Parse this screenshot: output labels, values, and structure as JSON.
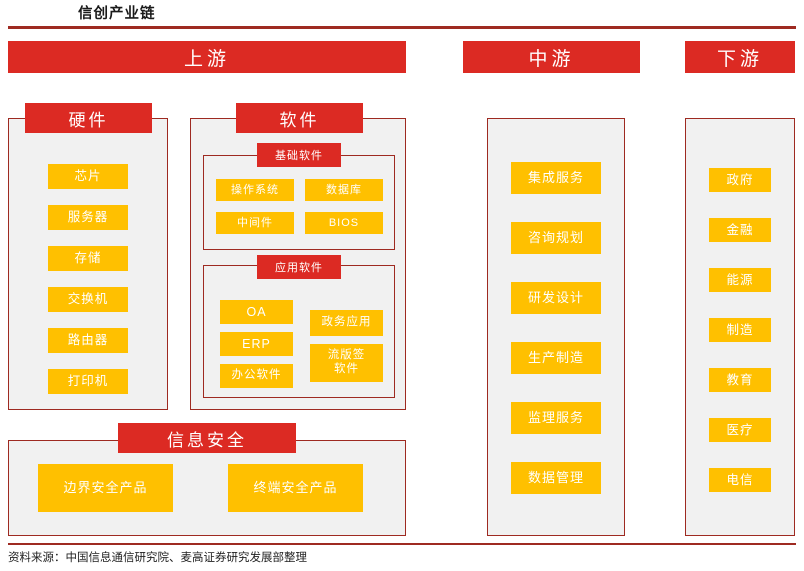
{
  "title": "信创产业链",
  "source_note": "资料来源：中国信息通信研究院、麦高证券研究发展部整理",
  "colors": {
    "banner_red": "#dc2a23",
    "border_red": "#9e2a21",
    "chip_yellow": "#ffc000",
    "panel_gray": "#f1f1f1",
    "text_white": "#ffffff"
  },
  "banners": {
    "upstream": "上游",
    "midstream": "中游",
    "downstream": "下游"
  },
  "groups": {
    "hardware": {
      "label": "硬件",
      "items": [
        "芯片",
        "服务器",
        "存储",
        "交换机",
        "路由器",
        "打印机"
      ]
    },
    "software": {
      "label": "软件",
      "basic": {
        "label": "基础软件",
        "items": [
          "操作系统",
          "数据库",
          "中间件",
          "BIOS"
        ]
      },
      "application": {
        "label": "应用软件",
        "items_left": [
          "OA",
          "ERP",
          "办公软件"
        ],
        "items_right": [
          "政务应用",
          "流版签\n软件"
        ],
        "items_right_display": [
          "政务应用",
          "流版签软件"
        ]
      }
    },
    "infosec": {
      "label": "信息安全",
      "items": [
        "边界安全产品",
        "终端安全产品"
      ]
    },
    "midstream": {
      "items": [
        "集成服务",
        "咨询规划",
        "研发设计",
        "生产制造",
        "监理服务",
        "数据管理"
      ]
    },
    "downstream": {
      "items": [
        "政府",
        "金融",
        "能源",
        "制造",
        "教育",
        "医疗",
        "电信"
      ]
    }
  }
}
